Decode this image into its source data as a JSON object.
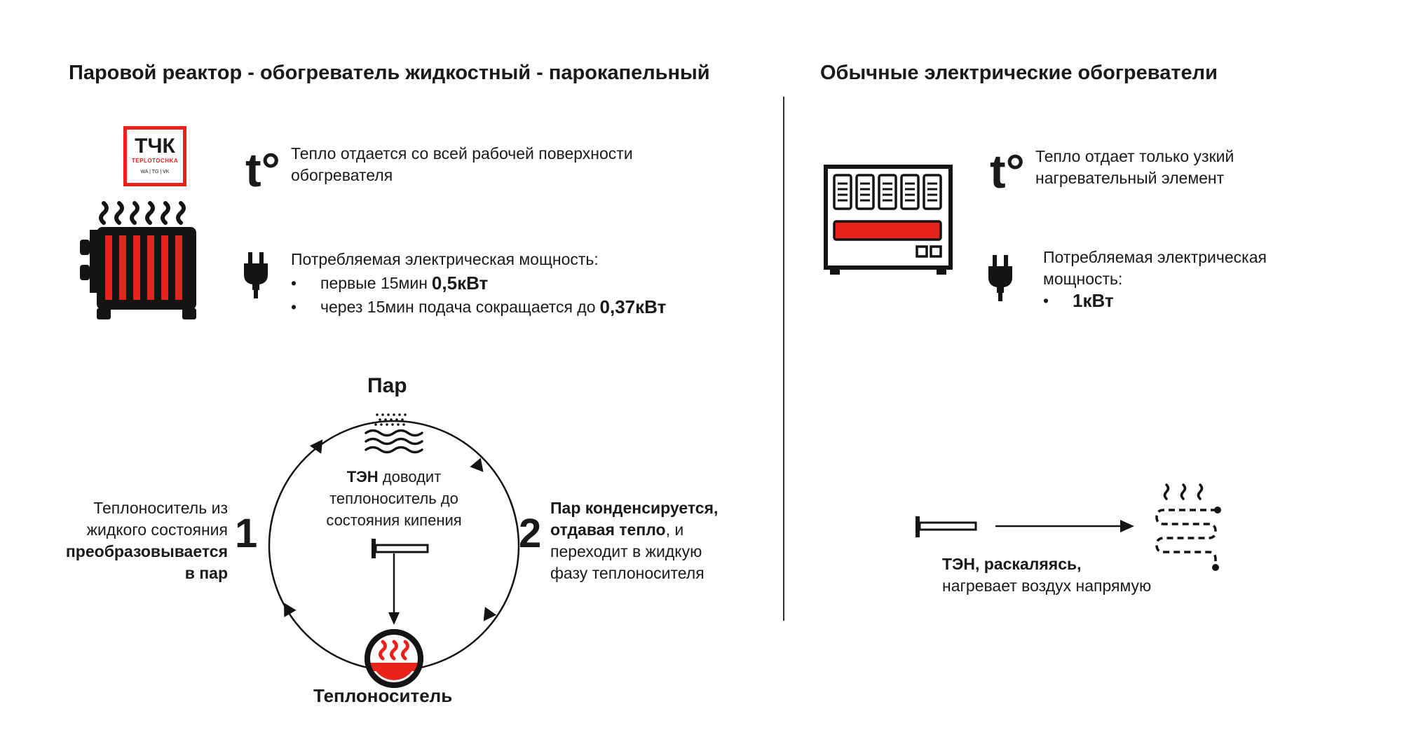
{
  "left": {
    "title": "Паровой реактор - обогреватель жидкостный - парокапельный",
    "logo": {
      "main": "ТЧК",
      "sub": "TEPLOTOCHKA",
      "links": "WA | TG | VK"
    },
    "temp_symbol": "t°",
    "heat_text_1": "Тепло отдается со всей рабочей поверхности",
    "heat_text_2": "обогревателя",
    "power_title": "Потребляемая электрическая мощность:",
    "bullet": "•",
    "power_item_1_text": "первые 15мин ",
    "power_item_1_value": "0,5кВт",
    "power_item_2_text": "через 15мин подача сокращается до ",
    "power_item_2_value": "0,37кВт"
  },
  "cycle": {
    "steam_label": "Пар",
    "center_bold": "ТЭН",
    "center_1": " доводит",
    "center_2": "теплоноситель до",
    "center_3": "состояния кипения",
    "num_1": "1",
    "num_2": "2",
    "left_1": "Теплоноситель из",
    "left_2": "жидкого состояния",
    "left_3": "преобразовывается",
    "left_4": "в пар",
    "right_1": "Пар конденсируется,",
    "right_2_bold": "отдавая тепло",
    "right_2": ", и",
    "right_3": "переходит в жидкую",
    "right_4": "фазу теплоносителя",
    "bottom_label": "Теплоноситель"
  },
  "right": {
    "title": "Обычные электрические обогреватели",
    "temp_symbol": "t°",
    "heat_text_1": "Тепло отдает только узкий",
    "heat_text_2": "нагревательный элемент",
    "power_title_1": "Потребляемая электрическая",
    "power_title_2": "мощность:",
    "bullet": "•",
    "power_value": "1кВт",
    "ten_bold": "ТЭН, раскаляясь,",
    "ten_text": "нагревает воздух напрямую"
  },
  "colors": {
    "accent": "#e8231c",
    "text": "#1a1a1a",
    "dark": "#141414"
  }
}
